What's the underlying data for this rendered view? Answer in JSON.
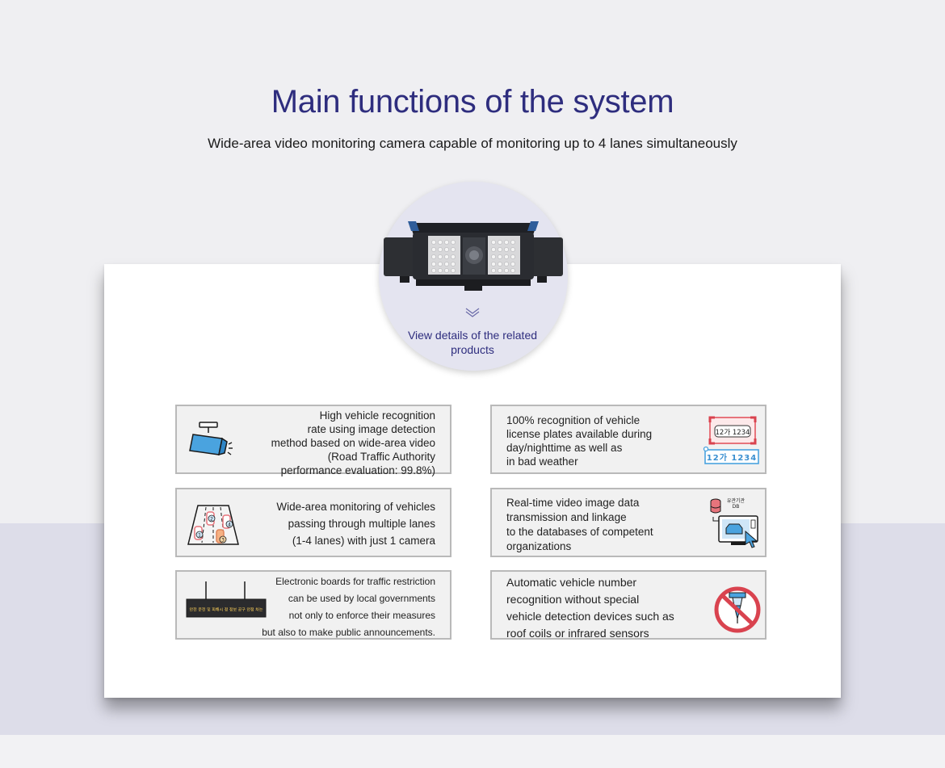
{
  "header": {
    "title": "Main functions of the system",
    "subtitle": "Wide-area video monitoring camera capable of monitoring up to 4 lanes simultaneously"
  },
  "product": {
    "link_label_line1": "View details of the related",
    "link_label_line2": "products"
  },
  "features": [
    {
      "lines": [
        "High vehicle recognition",
        "rate using image detection",
        "method based on wide-area video",
        "(Road Traffic Authority",
        "performance evaluation: 99.8%)"
      ],
      "icon": "cctv-camera-icon"
    },
    {
      "lines": [
        "100% recognition of vehicle",
        "license plates available during",
        "day/nighttime as well as",
        "in bad weather"
      ],
      "icon": "license-plate-icon",
      "plate_text": "12가 1234"
    },
    {
      "lines": [
        "Wide-area monitoring of vehicles",
        "passing through multiple lanes",
        "(1-4 lanes) with just 1 camera"
      ],
      "icon": "multi-lane-road-icon"
    },
    {
      "lines": [
        "Real-time video image data",
        "transmission and linkage",
        "to the databases of competent",
        "organizations"
      ],
      "icon": "database-monitor-icon",
      "db_label_line1": "유관기관",
      "db_label_line2": "DB"
    },
    {
      "lines": [
        "Electronic boards for traffic restriction",
        "can be used by local governments",
        "not only to enforce their measures",
        "but also to make public announcements."
      ],
      "icon": "electronic-board-icon",
      "board_text": "안전 운전 및 피해시 정 정보 공구 안정 차는"
    },
    {
      "lines": [
        "Automatic vehicle number",
        "recognition without special",
        "vehicle detection devices such as",
        "roof coils or infrared sensors"
      ],
      "icon": "no-sensor-icon"
    }
  ],
  "colors": {
    "title": "#2e2d7e",
    "band": "#dddde9",
    "box_border": "#b9b9b9",
    "plate_red": "#e7747c",
    "plate_blue": "#4aa3df"
  }
}
